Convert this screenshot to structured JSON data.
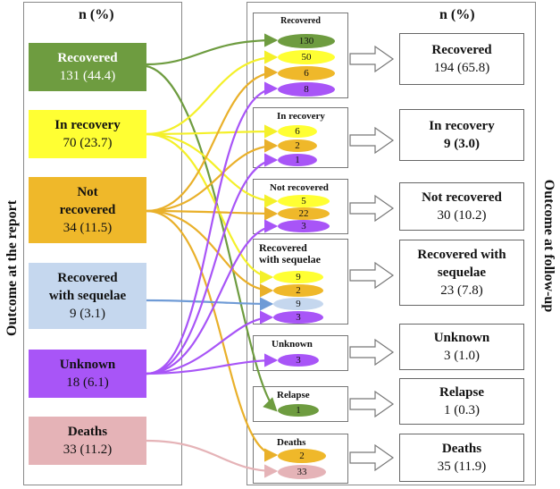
{
  "left_panel": {
    "header": "n (%)",
    "axis_label": "Outcome at the report",
    "categories": [
      {
        "key": "recovered",
        "title": "Recovered",
        "value": "131 (44.4)",
        "fill": "#6e9c40"
      },
      {
        "key": "in_recovery",
        "title": "In recovery",
        "value": "70 (23.7)",
        "fill": "#ffff33"
      },
      {
        "key": "not_recovered",
        "title_lines": [
          "Not",
          "recovered"
        ],
        "value": "34 (11.5)",
        "fill": "#efb82a"
      },
      {
        "key": "sequelae",
        "title_lines": [
          "Recovered",
          "with sequelae"
        ],
        "value": "9 (3.1)",
        "fill": "#c5d7ee"
      },
      {
        "key": "unknown",
        "title": "Unknown",
        "value": "18 (6.1)",
        "fill": "#a855f7"
      },
      {
        "key": "deaths",
        "title": "Deaths",
        "value": "33 (11.2)",
        "fill": "#e5b3b7"
      }
    ]
  },
  "right_panel": {
    "header": "n (%)",
    "axis_label": "Outcome at follow-up",
    "groups": [
      {
        "key": "recovered",
        "title": "Recovered",
        "counts": [
          {
            "value": "130",
            "from": "recovered"
          },
          {
            "value": "50",
            "from": "in_recovery"
          },
          {
            "value": "6",
            "from": "not_recovered"
          },
          {
            "value": "8",
            "from": "unknown"
          }
        ]
      },
      {
        "key": "in_recovery",
        "title": "In recovery",
        "counts": [
          {
            "value": "6",
            "from": "in_recovery"
          },
          {
            "value": "2",
            "from": "not_recovered"
          },
          {
            "value": "1",
            "from": "unknown"
          }
        ]
      },
      {
        "key": "not_recovered",
        "title": "Not recovered",
        "counts": [
          {
            "value": "5",
            "from": "in_recovery"
          },
          {
            "value": "22",
            "from": "not_recovered"
          },
          {
            "value": "3",
            "from": "unknown"
          }
        ]
      },
      {
        "key": "sequelae",
        "title_lines": [
          "Recovered",
          "with sequelae"
        ],
        "counts": [
          {
            "value": "9",
            "from": "in_recovery"
          },
          {
            "value": "2",
            "from": "not_recovered"
          },
          {
            "value": "9",
            "from": "sequelae"
          },
          {
            "value": "3",
            "from": "unknown"
          }
        ]
      },
      {
        "key": "unknown",
        "title": "Unknown",
        "counts": [
          {
            "value": "3",
            "from": "unknown"
          }
        ]
      },
      {
        "key": "relapse",
        "title": "Relapse",
        "counts": [
          {
            "value": "1",
            "from": "recovered"
          }
        ]
      },
      {
        "key": "deaths",
        "title": "Deaths",
        "counts": [
          {
            "value": "2",
            "from": "not_recovered"
          },
          {
            "value": "33",
            "from": "deaths"
          }
        ]
      }
    ],
    "results": [
      {
        "key": "recovered",
        "title": "Recovered",
        "value": "194 (65.8)"
      },
      {
        "key": "in_recovery",
        "title": "In recovery",
        "value": "9 (3.0)",
        "value_bold": true
      },
      {
        "key": "not_recovered",
        "title": "Not recovered",
        "value": "30 (10.2)"
      },
      {
        "key": "sequelae",
        "title_lines": [
          "Recovered with",
          "sequelae"
        ],
        "value": "23 (7.8)"
      },
      {
        "key": "unknown",
        "title": "Unknown",
        "value": "3 (1.0)"
      },
      {
        "key": "relapse",
        "title": "Relapse",
        "value": "1 (0.3)"
      },
      {
        "key": "deaths",
        "title": "Deaths",
        "value": "35 (11.9)"
      }
    ]
  }
}
